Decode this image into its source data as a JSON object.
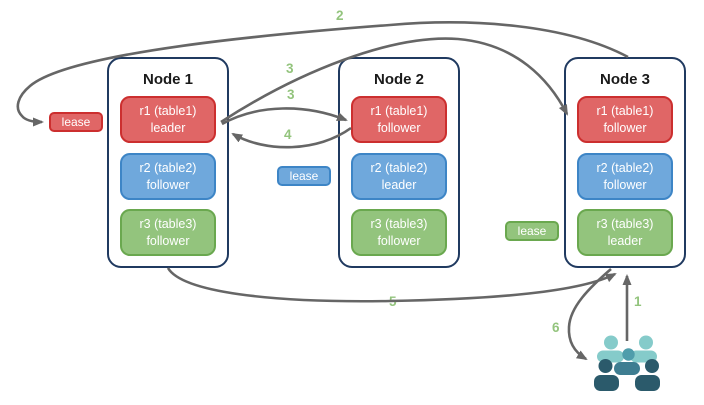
{
  "nodes": [
    {
      "title": "Node 1",
      "replicas": [
        {
          "name": "r1 (table1)",
          "role": "leader"
        },
        {
          "name": "r2 (table2)",
          "role": "follower"
        },
        {
          "name": "r3 (table3)",
          "role": "follower"
        }
      ]
    },
    {
      "title": "Node 2",
      "replicas": [
        {
          "name": "r1 (table1)",
          "role": "follower"
        },
        {
          "name": "r2 (table2)",
          "role": "leader"
        },
        {
          "name": "r3 (table3)",
          "role": "follower"
        }
      ]
    },
    {
      "title": "Node 3",
      "replicas": [
        {
          "name": "r1 (table1)",
          "role": "follower"
        },
        {
          "name": "r2 (table2)",
          "role": "follower"
        },
        {
          "name": "r3 (table3)",
          "role": "leader"
        }
      ]
    }
  ],
  "leases": {
    "red": "lease",
    "blue": "lease",
    "green": "lease"
  },
  "steps": {
    "s1": "1",
    "s2": "2",
    "s3a": "3",
    "s3b": "3",
    "s4": "4",
    "s5": "5",
    "s6": "6"
  },
  "colors": {
    "replica_red_fill": "#e06666",
    "replica_red_border": "#cc2f2f",
    "replica_blue_fill": "#6fa8dc",
    "replica_blue_border": "#3d85c6",
    "replica_green_fill": "#93c47d",
    "replica_green_border": "#6aa84f",
    "node_border": "#203a60",
    "arrow": "#666666",
    "step_label": "#93c47d",
    "users_light": "#85cbca",
    "users_medium": "#4f9dab",
    "users_medium_dark": "#3e7d91",
    "users_dark": "#2b5a6b"
  }
}
